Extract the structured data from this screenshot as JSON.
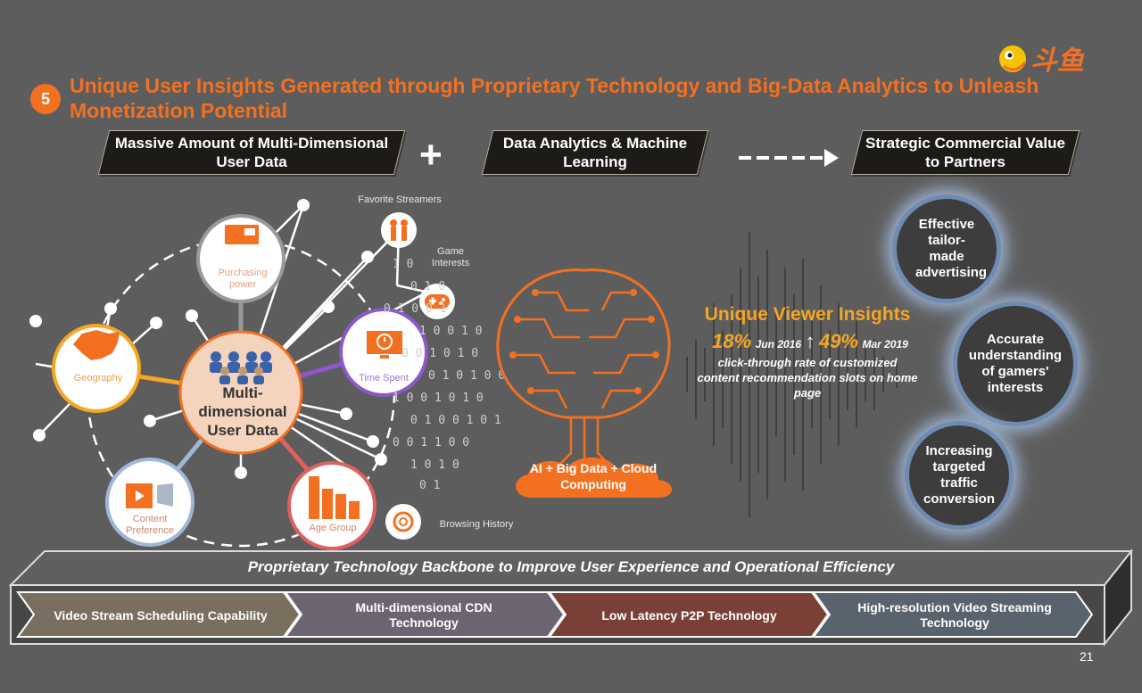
{
  "badge": "5",
  "title": "Unique User Insights Generated through Proprietary Technology and Big-Data Analytics to Unleash Monetization Potential",
  "logo_text": "斗鱼",
  "colors": {
    "accent": "#f37021",
    "gold": "#f5a623",
    "background": "#5d5d5d",
    "banner": "#1c1b18"
  },
  "flow": {
    "box1": "Massive Amount of Multi-Dimensional User Data",
    "plus": "+",
    "box2": "Data Analytics & Machine Learning",
    "box3": "Strategic Commercial Value to Partners"
  },
  "network": {
    "center": "Multi-dimensional User Data",
    "nodes": {
      "purchasing": "Purchasing power",
      "time_spent": "Time Spent",
      "geography": "Geography",
      "content": "Content Preference",
      "age": "Age Group"
    },
    "labels": {
      "favorite_streamers": "Favorite Streamers",
      "game_interests": "Game Interests",
      "browsing_history": "Browsing History"
    }
  },
  "brain_label": "AI + Big Data + Cloud Computing",
  "insights": {
    "title": "Unique Viewer Insights",
    "from_value": "18%",
    "from_date": "Jun 2016",
    "to_value": "49%",
    "to_date": "Mar 2019",
    "description": "click-through rate of customized content recommendation slots on home page"
  },
  "outcomes": [
    "Effective tailor-made advertising",
    "Accurate understanding of gamers' interests",
    "Increasing targeted traffic conversion"
  ],
  "backbone": {
    "title": "Proprietary Technology Backbone to Improve User Experience and Operational Efficiency",
    "items": [
      {
        "label": "Video Stream Scheduling Capability",
        "color": "#7a6e5e"
      },
      {
        "label": "Multi-dimensional CDN Technology",
        "color": "#6a6571"
      },
      {
        "label": "Low Latency P2P Technology",
        "color": "#7a4037"
      },
      {
        "label": "High-resolution Video Streaming Technology",
        "color": "#58636e"
      }
    ]
  },
  "page_number": "21"
}
